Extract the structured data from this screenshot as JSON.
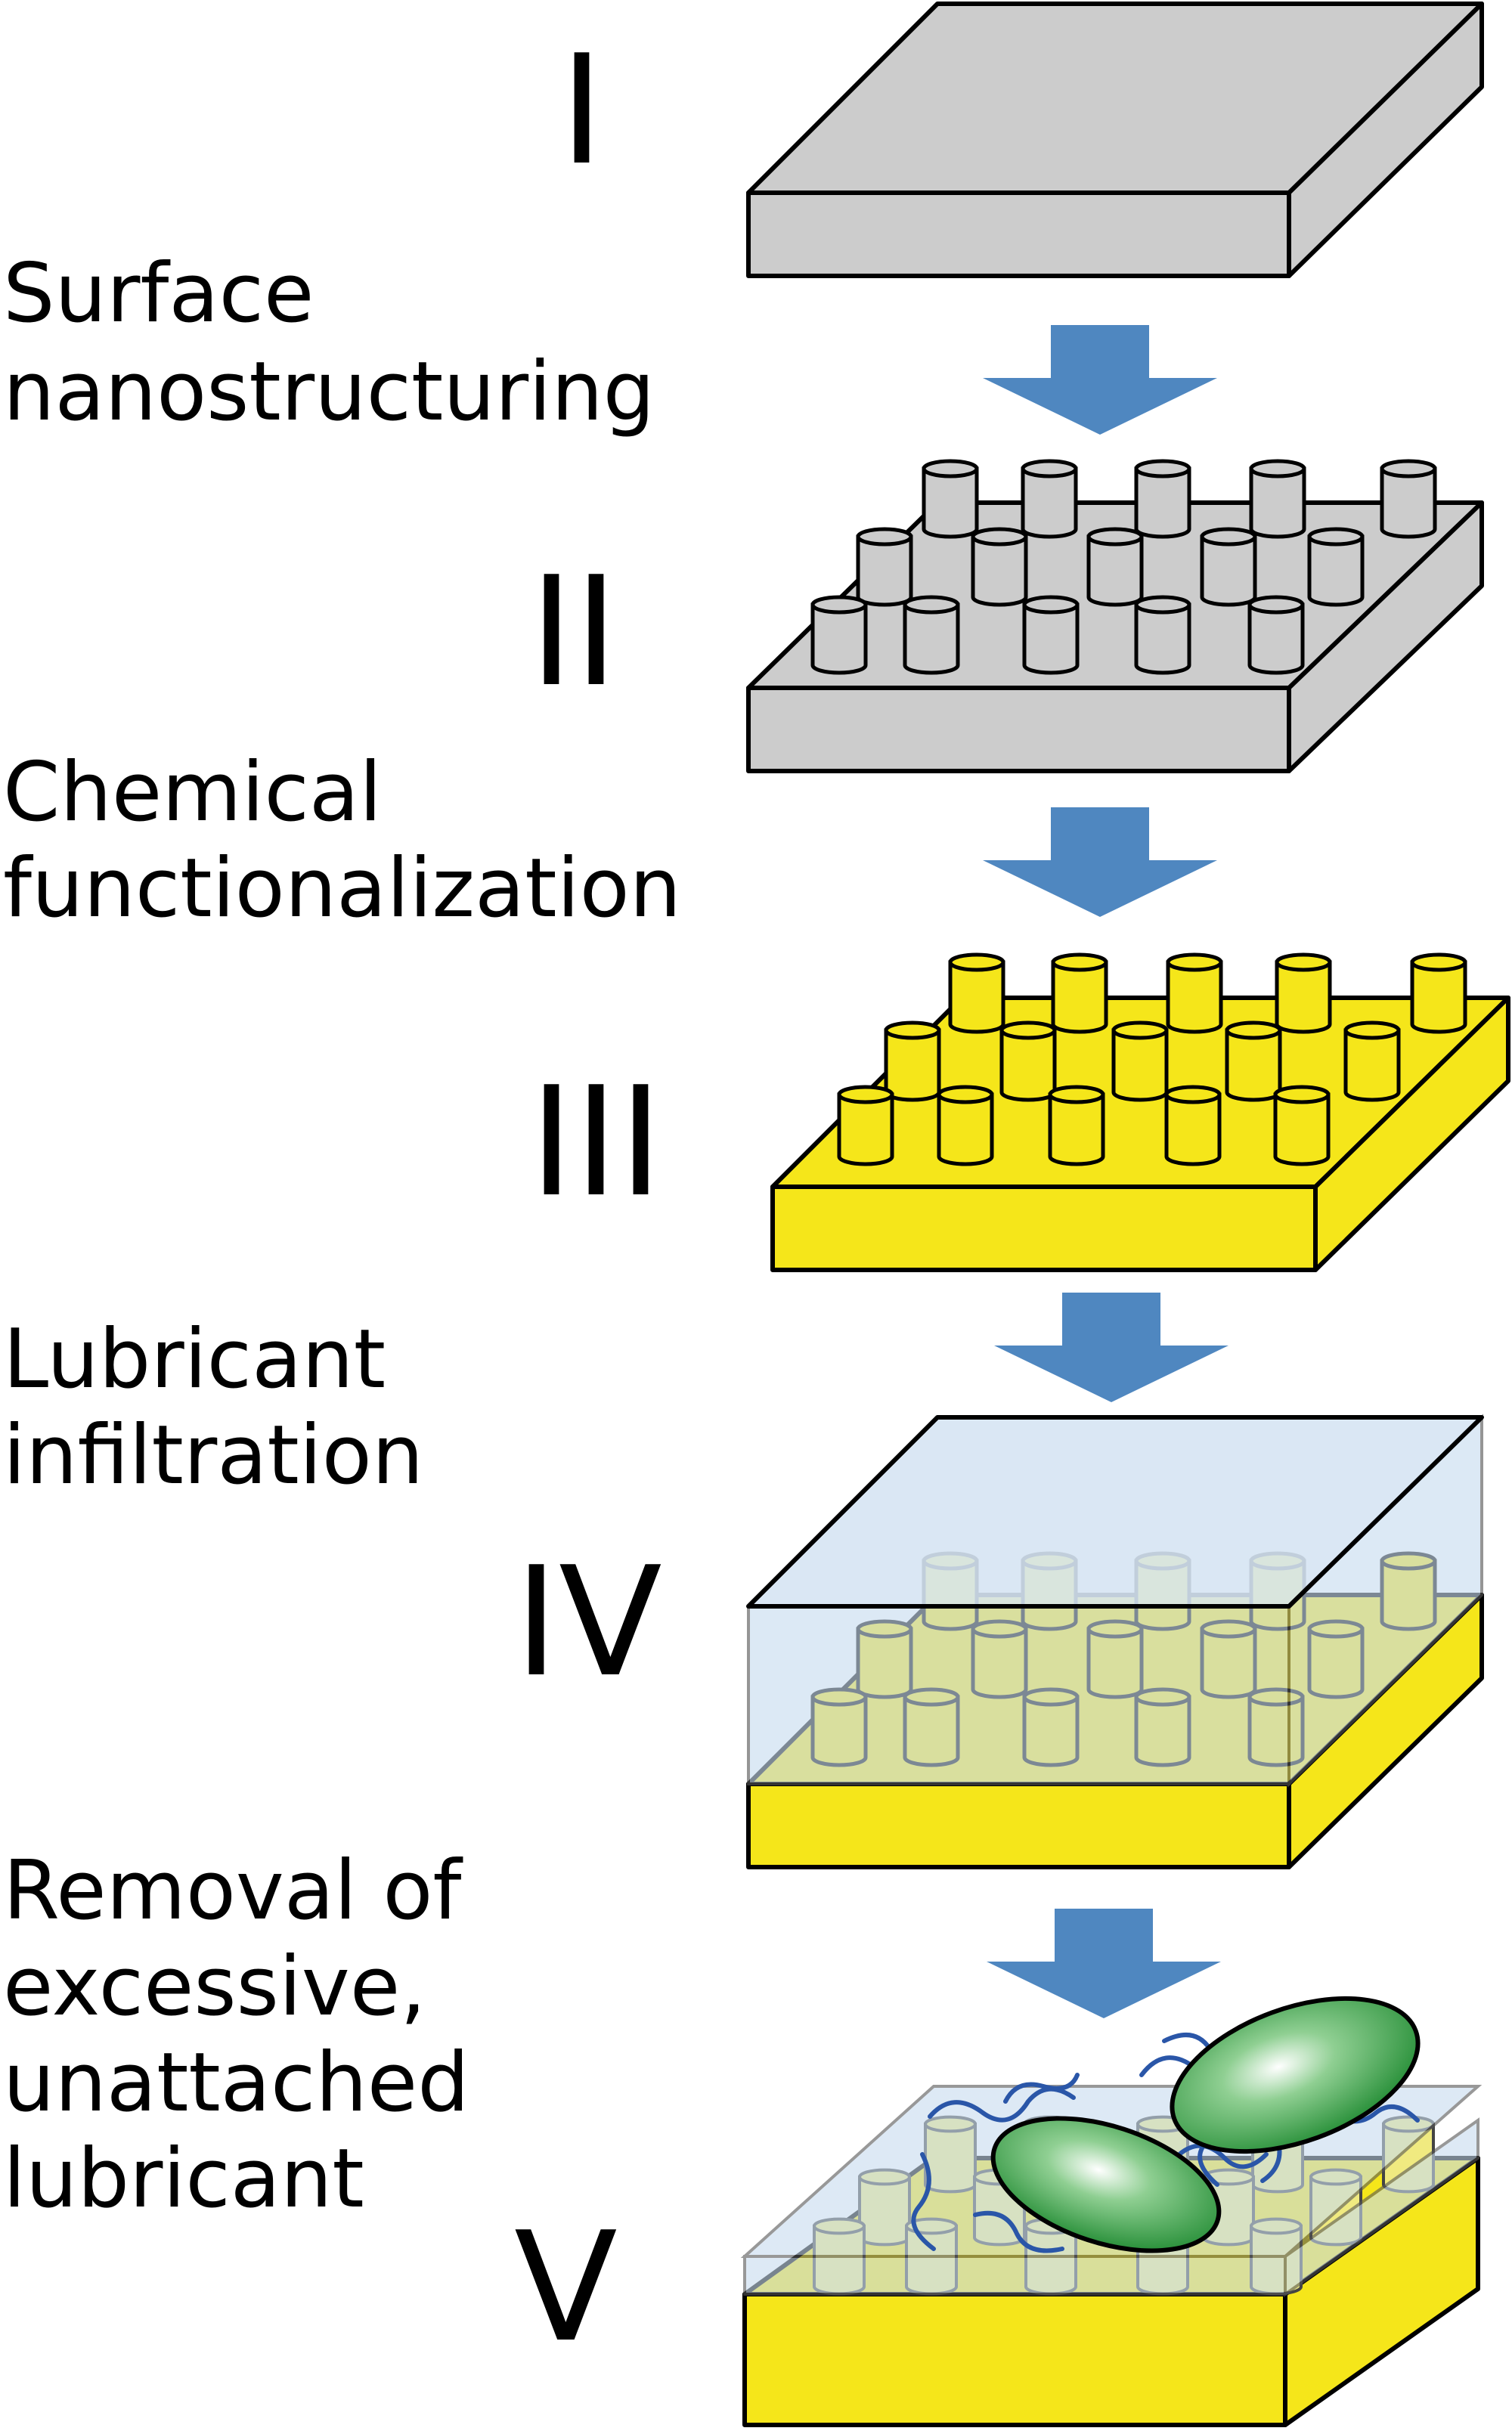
{
  "stages": [
    {
      "numeral": "I"
    },
    {
      "numeral": "II"
    },
    {
      "numeral": "III"
    },
    {
      "numeral": "IV"
    },
    {
      "numeral": "V"
    }
  ],
  "steps": [
    {
      "lines": [
        "Surface",
        "nanostructuring"
      ]
    },
    {
      "lines": [
        "Chemical",
        "functionalization"
      ]
    },
    {
      "lines": [
        "Lubricant",
        "infiltration"
      ]
    },
    {
      "lines": [
        "Removal of",
        "excessive,",
        "unattached",
        "lubricant"
      ]
    }
  ],
  "colors": {
    "substrate_gray": "#cccccc",
    "substrate_yellow": "#f5e61a",
    "arrow_blue": "#4f87c0",
    "lubricant_blue": "#c8dcef",
    "bacteria_green": "#2f9a3c",
    "polymer_chain": "#2a56a8"
  }
}
